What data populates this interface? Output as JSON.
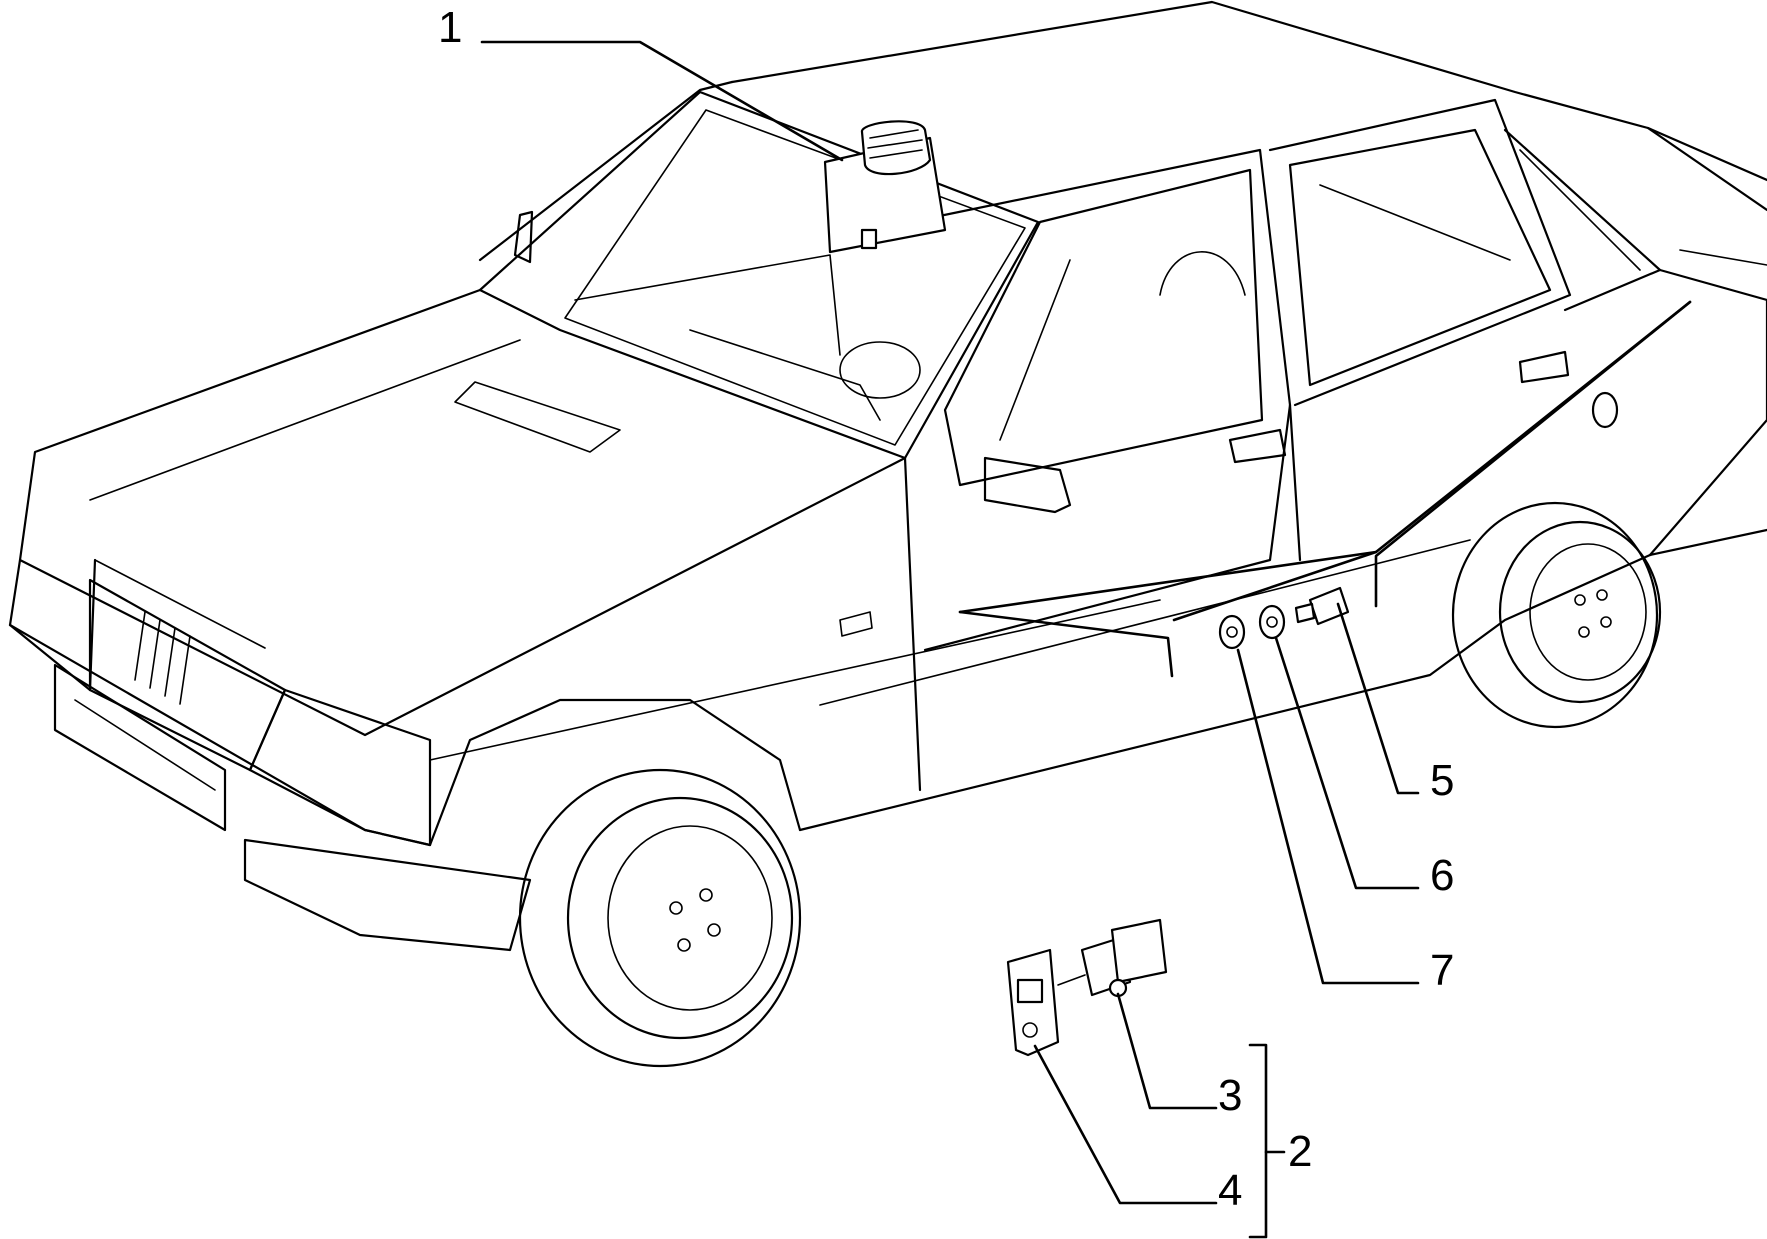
{
  "callouts": {
    "c1": "1",
    "c2": "2",
    "c3": "3",
    "c4": "4",
    "c5": "5",
    "c6": "6",
    "c7": "7"
  },
  "icons": {
    "car": "sedan-car-outline-icon",
    "mirror": "interior-mirror-lamp-icon",
    "switch_assembly": "door-switch-assembly-icon"
  }
}
